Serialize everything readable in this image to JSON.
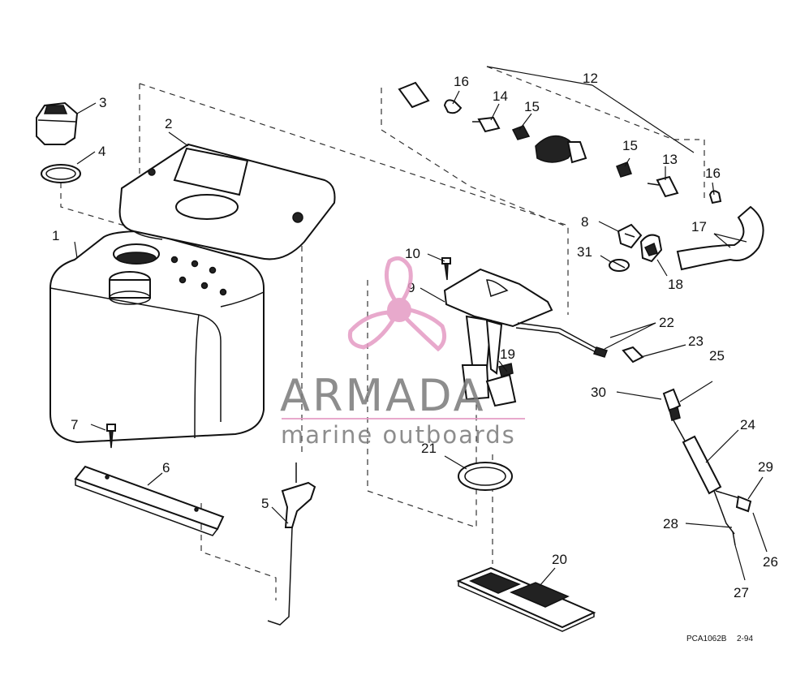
{
  "labels": [
    {
      "id": "1",
      "text": "1"
    },
    {
      "id": "2",
      "text": "2"
    },
    {
      "id": "3",
      "text": "3"
    },
    {
      "id": "4",
      "text": "4"
    },
    {
      "id": "5",
      "text": "5"
    },
    {
      "id": "6",
      "text": "6"
    },
    {
      "id": "7",
      "text": "7"
    },
    {
      "id": "8",
      "text": "8"
    },
    {
      "id": "9",
      "text": "9"
    },
    {
      "id": "10",
      "text": "10"
    },
    {
      "id": "12",
      "text": "12"
    },
    {
      "id": "13",
      "text": "13"
    },
    {
      "id": "14",
      "text": "14"
    },
    {
      "id": "15a",
      "text": "15"
    },
    {
      "id": "15b",
      "text": "15"
    },
    {
      "id": "16a",
      "text": "16"
    },
    {
      "id": "16b",
      "text": "16"
    },
    {
      "id": "17",
      "text": "17"
    },
    {
      "id": "18",
      "text": "18"
    },
    {
      "id": "19",
      "text": "19"
    },
    {
      "id": "20",
      "text": "20"
    },
    {
      "id": "21",
      "text": "21"
    },
    {
      "id": "22",
      "text": "22"
    },
    {
      "id": "23",
      "text": "23"
    },
    {
      "id": "24",
      "text": "24"
    },
    {
      "id": "25",
      "text": "25"
    },
    {
      "id": "26",
      "text": "26"
    },
    {
      "id": "27",
      "text": "27"
    },
    {
      "id": "28",
      "text": "28"
    },
    {
      "id": "29",
      "text": "29"
    },
    {
      "id": "30",
      "text": "30"
    },
    {
      "id": "31",
      "text": "31"
    }
  ],
  "watermark": {
    "brand": "ARMADA",
    "tagline": "marine outboards",
    "logo_color": "#e59bc4"
  },
  "footer": {
    "code": "PCA1062B",
    "date": "2-94"
  }
}
